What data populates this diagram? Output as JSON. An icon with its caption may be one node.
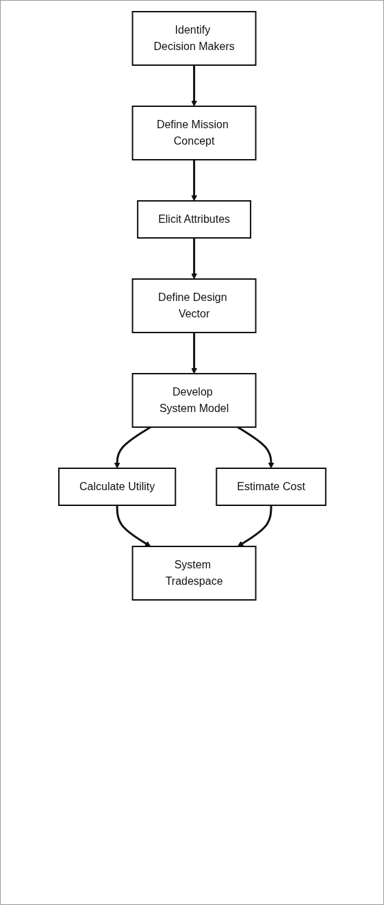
{
  "diagram": {
    "nodes": [
      {
        "text": [
          "Identify Decision Makers"
        ]
      },
      {
        "text": [
          "Define Mission Concept"
        ]
      },
      {
        "text": [
          "Elicit Attributes"
        ]
      },
      {
        "text": [
          "Define Design Vector"
        ]
      },
      {
        "text": [
          "Develop System Model"
        ]
      },
      {
        "text": [
          "Calculate Utility"
        ]
      },
      {
        "text": [
          "Estimate Cost"
        ]
      },
      {
        "text": [
          "System Tradespace"
        ]
      }
    ],
    "edges": [
      {
        "from": 0,
        "to": 1,
        "arrow": "to"
      },
      {
        "from": 1,
        "to": 2,
        "arrow": "to"
      },
      {
        "from": 2,
        "to": 3,
        "arrow": "to"
      },
      {
        "from": 3,
        "to": 4,
        "arrow": "to"
      },
      {
        "from": 4,
        "to": 5,
        "arrow": "to"
      },
      {
        "from": 4,
        "to": 6,
        "arrow": "to"
      },
      {
        "from": 5,
        "to": 7,
        "arrow": "to"
      },
      {
        "from": 6,
        "to": 7,
        "arrow": "to"
      }
    ]
  }
}
